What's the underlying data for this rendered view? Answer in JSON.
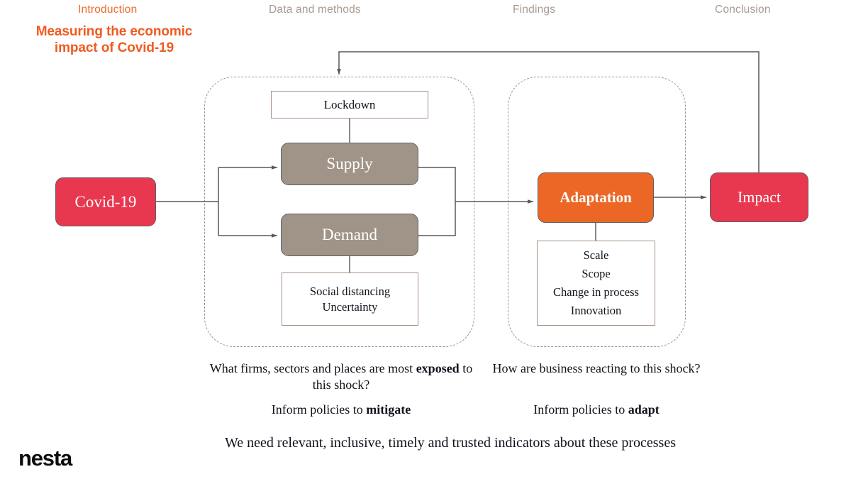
{
  "nav": {
    "items": [
      {
        "label": "Introduction",
        "active": true
      },
      {
        "label": "Data and methods",
        "active": false
      },
      {
        "label": "Findings",
        "active": false
      },
      {
        "label": "Conclusion",
        "active": false
      }
    ]
  },
  "deck": {
    "title": "Measuring the economic impact of Covid-19",
    "title_line1": "Measuring the economic",
    "title_line2": "impact of Covid-19",
    "logo": "nesta"
  },
  "diagram": {
    "nodes": {
      "covid": {
        "label": "Covid-19",
        "color": "#e8384f",
        "text_color": "#ffffff"
      },
      "lockdown": {
        "label": "Lockdown",
        "color": "#ffffff",
        "text_color": "#12121c"
      },
      "supply": {
        "label": "Supply",
        "color": "#a09488",
        "text_color": "#ffffff"
      },
      "demand": {
        "label": "Demand",
        "color": "#a09488",
        "text_color": "#ffffff"
      },
      "social": {
        "line1": "Social distancing",
        "line2": "Uncertainty",
        "color": "#ffffff",
        "text_color": "#12121c"
      },
      "adaptation": {
        "label": "Adaptation",
        "color": "#ec6726",
        "text_color": "#ffffff"
      },
      "impact": {
        "label": "Impact",
        "color": "#e8384f",
        "text_color": "#ffffff"
      },
      "adapt_list": {
        "items": [
          "Scale",
          "Scope",
          "Change in process",
          "Innovation"
        ],
        "color": "#ffffff",
        "text_color": "#12121c"
      }
    },
    "groups": {
      "exposure": {
        "style": "dashed",
        "border_color": "#a89183"
      },
      "adaptation": {
        "style": "dashed",
        "border_color": "#a89183"
      }
    },
    "connector_color": "#595959"
  },
  "captions": {
    "exposed": {
      "pre": "What firms, sectors and places are most ",
      "bold": "exposed",
      "post": " to this shock?"
    },
    "mitigate": {
      "pre": "Inform policies to ",
      "bold": "mitigate",
      "post": ""
    },
    "reacting": {
      "pre": "How are business reacting to this shock?",
      "bold": "",
      "post": ""
    },
    "adapt": {
      "pre": "Inform policies to ",
      "bold": "adapt",
      "post": ""
    },
    "indicators": {
      "pre": "We need relevant, inclusive, timely and trusted indicators about these processes",
      "bold": "",
      "post": ""
    }
  },
  "colors": {
    "accent_orange": "#ef5b20",
    "node_orange": "#ec6726",
    "node_red": "#e8384f",
    "node_taupe": "#a09488",
    "nav_inactive": "#a89a92",
    "dashed_border": "#a89183"
  }
}
